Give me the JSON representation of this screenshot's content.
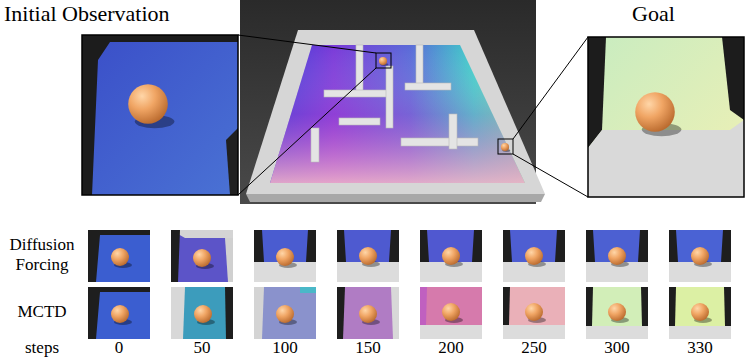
{
  "diagram": {
    "labels": [
      "Initial Observation",
      "Goal",
      "Diffusion Forcing",
      "MCTD",
      "steps",
      "0",
      "50",
      "100",
      "150",
      "200",
      "250",
      "300",
      "330"
    ]
  }
}
